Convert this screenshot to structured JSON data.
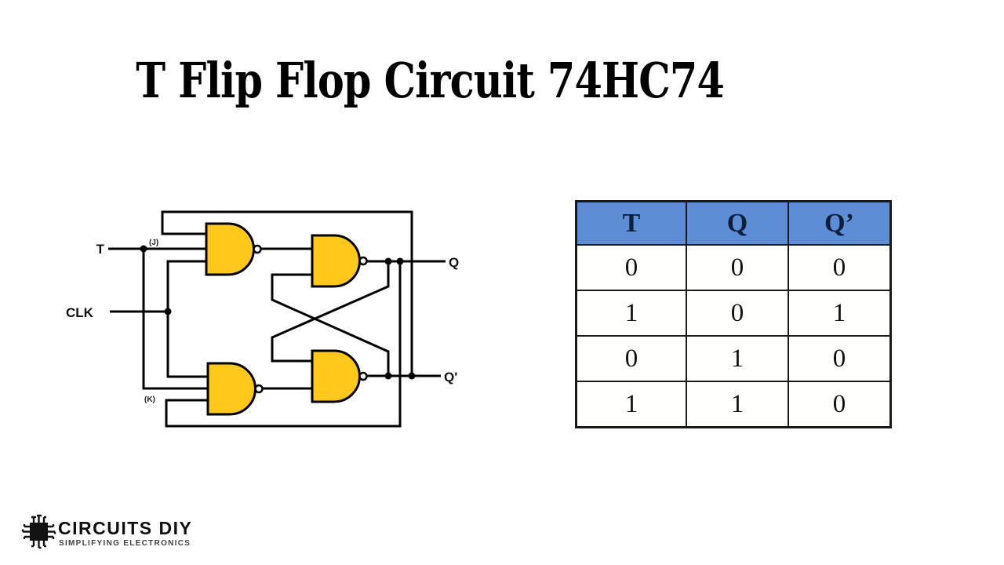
{
  "title": "T Flip Flop Circuit 74HC74",
  "circuit": {
    "type": "T flip-flop built from four NAND gates",
    "inputs": {
      "t": "T",
      "clk": "CLK"
    },
    "internal": {
      "j": "(J)",
      "k": "(K)"
    },
    "outputs": {
      "q": "Q",
      "q_bar": "Q'"
    },
    "gate_type": "NAND",
    "gate_count": 4,
    "colors": {
      "gate_fill": "#FFC81A",
      "wire": "#000000"
    }
  },
  "truth_table": {
    "headers": [
      "T",
      "Q",
      "Q’"
    ],
    "rows": [
      [
        "0",
        "0",
        "0"
      ],
      [
        "1",
        "0",
        "1"
      ],
      [
        "0",
        "1",
        "0"
      ],
      [
        "1",
        "1",
        "0"
      ]
    ],
    "header_bg": "#5C8DD5",
    "header_text_color": "#0d1e3c",
    "border_color": "#1a1a1a"
  },
  "logo": {
    "brand": "CIRCUITS DIY",
    "tagline": "SIMPLIFYING ELECTRONICS"
  }
}
